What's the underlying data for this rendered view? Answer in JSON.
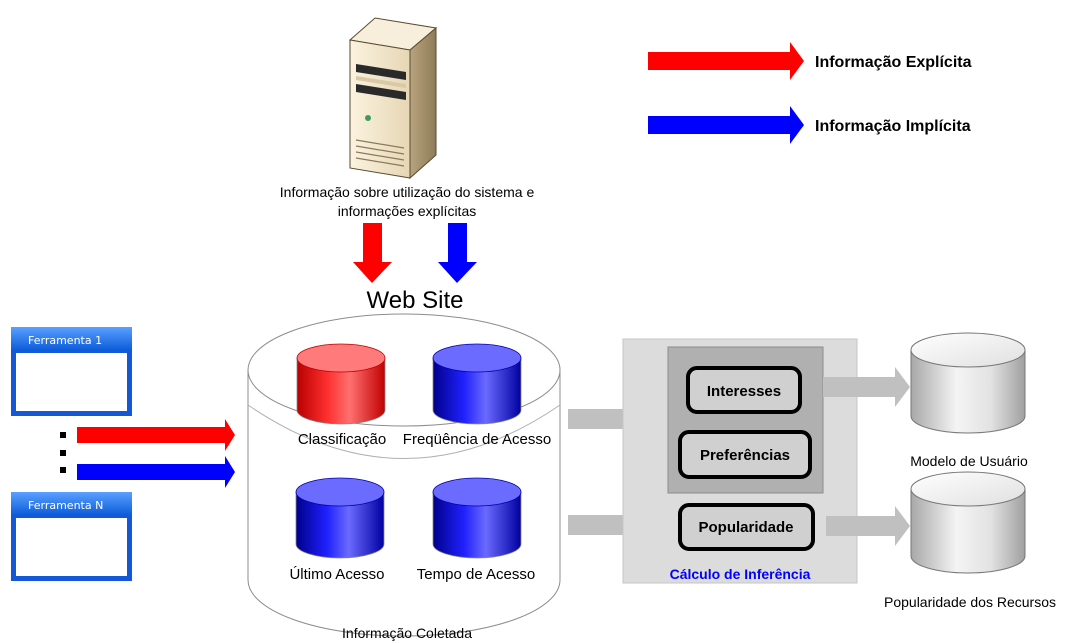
{
  "legend": {
    "explicit": {
      "label": "Informação Explícita",
      "color": "#ff0000"
    },
    "implicit": {
      "label": "Informação Implícita",
      "color": "#0000ff"
    }
  },
  "server": {
    "icon": "server-tower-icon",
    "caption_line1": "Informação sobre utilização do sistema e",
    "caption_line2": "informações explícitas"
  },
  "website": {
    "title": "Web Site",
    "footer": "Informação Coletada",
    "databases": [
      {
        "label": "Classificação",
        "color": "red"
      },
      {
        "label": "Freqüência de Acesso",
        "color": "blue"
      },
      {
        "label": "Último Acesso",
        "color": "blue"
      },
      {
        "label": "Tempo de Acesso",
        "color": "blue"
      }
    ]
  },
  "tools": [
    {
      "title": "Ferramenta 1"
    },
    {
      "title": "Ferramenta N"
    }
  ],
  "inference": {
    "title": "Cálculo de Inferência",
    "title_color": "#0000ff",
    "boxes": [
      "Interesses",
      "Preferências",
      "Popularidade"
    ]
  },
  "outputs": {
    "user_model": "Modelo de Usuário",
    "resource_popularity": "Popularidade dos Recursos"
  }
}
